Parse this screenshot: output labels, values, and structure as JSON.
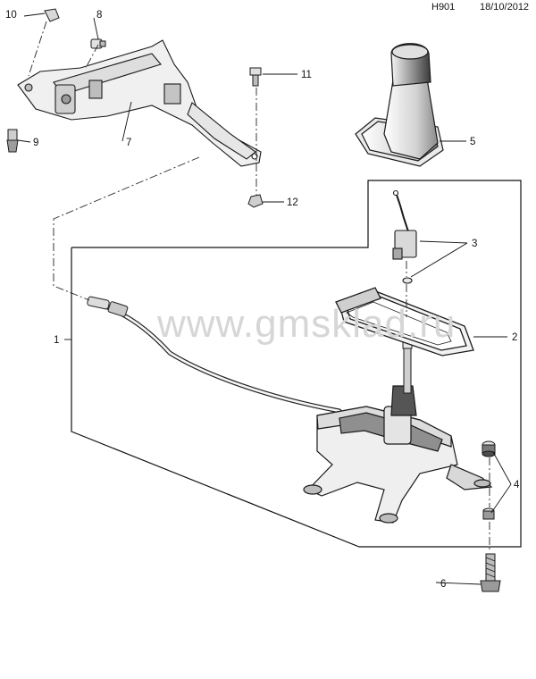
{
  "header": {
    "code": "H901",
    "date": "18/10/2012"
  },
  "watermark": "www.gmsklad.ru",
  "callouts": [
    {
      "id": "1",
      "label": "1"
    },
    {
      "id": "2",
      "label": "2"
    },
    {
      "id": "3",
      "label": "3"
    },
    {
      "id": "4",
      "label": "4"
    },
    {
      "id": "5",
      "label": "5"
    },
    {
      "id": "6",
      "label": "6"
    },
    {
      "id": "7",
      "label": "7"
    },
    {
      "id": "8",
      "label": "8"
    },
    {
      "id": "9",
      "label": "9"
    },
    {
      "id": "10",
      "label": "10"
    },
    {
      "id": "11",
      "label": "11"
    },
    {
      "id": "12",
      "label": "12"
    }
  ]
}
